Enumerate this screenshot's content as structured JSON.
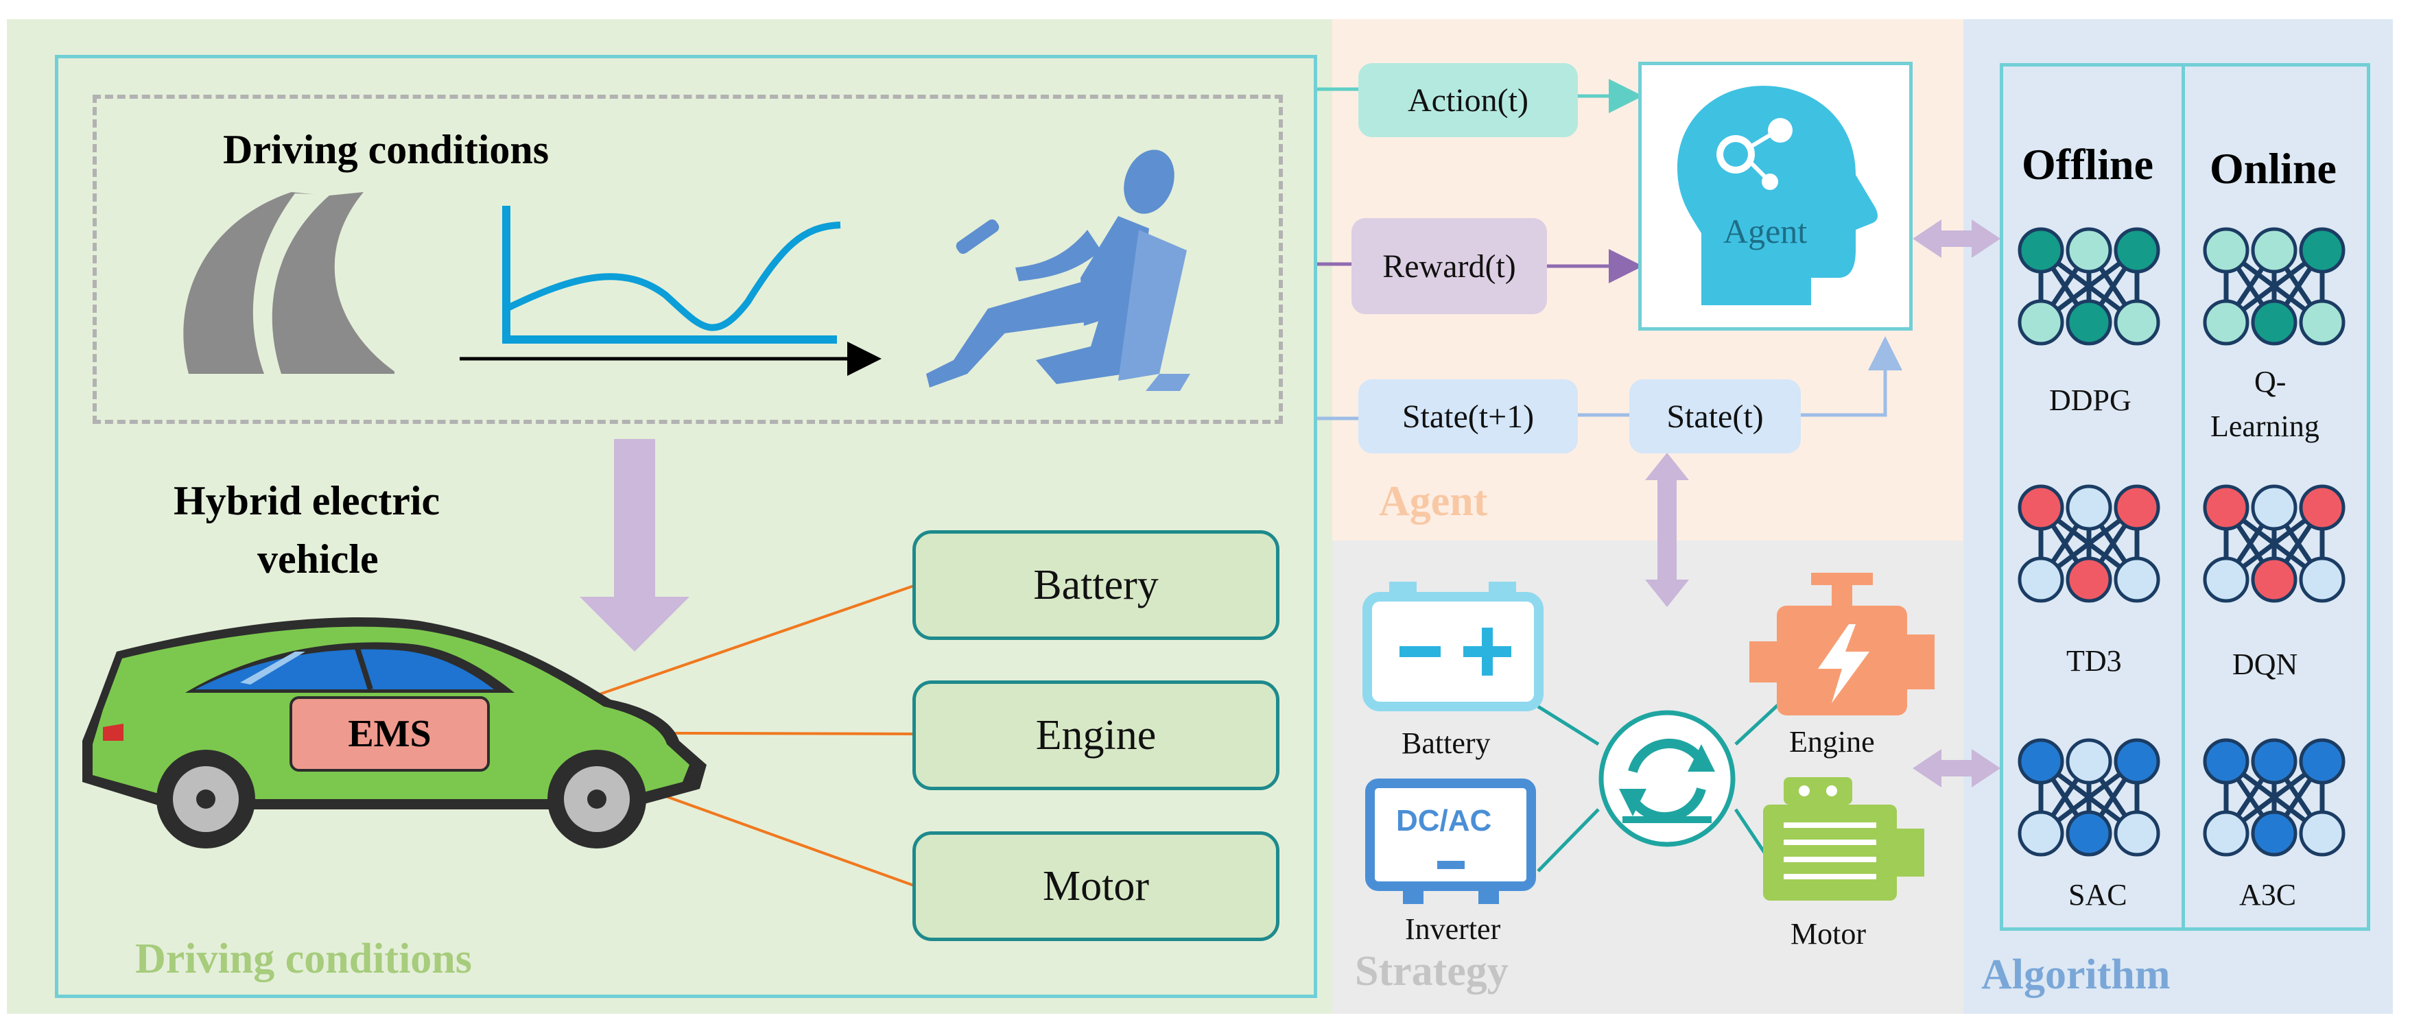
{
  "colors": {
    "bg_driving": "#e4efd9",
    "bg_agent": "#fdeee4",
    "bg_strategy": "#ebebeb",
    "bg_algorithm": "#dde8f4",
    "frame_cyan": "#71cfd6",
    "dash_gray": "#b2b2b2",
    "label_green": "#a6cc7c",
    "label_peach": "#f8c8a4",
    "label_gray": "#c4c4c4",
    "label_blue": "#7aa7d7",
    "component_fill": "#d7e8c6",
    "component_border": "#1e8a8c",
    "ems_fill": "#ef9a8e",
    "orange_line": "#f0781f",
    "action_fill": "#b4e9df",
    "reward_fill": "#dccfe3",
    "state_fill": "#d4e6f8",
    "purple_arrow": "#c9b6d9",
    "agent_cyan": "#3fc1e2",
    "node_teal": "#149b8a",
    "node_light_teal": "#a5e3d6",
    "node_red": "#f05a64",
    "node_blue": "#237ad2",
    "node_light_blue": "#cde4f7",
    "car_green": "#7cc84e"
  },
  "icons": {
    "road": "curved-road-icon",
    "speed_curve": "speed-curve-icon",
    "driver": "driver-seat-icon",
    "car": "hybrid-car-icon",
    "agent_head": "agent-head-icon",
    "battery": "battery-icon",
    "inverter": "inverter-icon",
    "engine": "engine-icon",
    "motor": "motor-icon",
    "strategy_hub": "energy-cycle-icon",
    "network": "neural-network-icon"
  },
  "driving": {
    "heading": "Driving conditions",
    "vehicle_label_line1": "Hybrid electric",
    "vehicle_label_line2": "vehicle",
    "ems_label": "EMS",
    "components": [
      "Battery",
      "Engine",
      "Motor"
    ],
    "section_label": "Driving conditions"
  },
  "agent": {
    "action_label": "Action(t)",
    "reward_label": "Reward(t)",
    "state_next_label": "State(t+1)",
    "state_label": "State(t)",
    "agent_label": "Agent",
    "section_label": "Agent"
  },
  "strategy": {
    "battery_label": "Battery",
    "inverter_text": "DC/AC",
    "inverter_label": "Inverter",
    "engine_label": "Engine",
    "motor_label": "Motor",
    "section_label": "Strategy"
  },
  "algorithm": {
    "offline_heading": "Offline",
    "online_heading": "Online",
    "offline_algorithms": [
      "DDPG",
      "TD3",
      "SAC"
    ],
    "online_algorithms_line1": [
      "Q-",
      "DQN",
      "A3C"
    ],
    "online_algorithms_line2": [
      "Learning",
      "",
      ""
    ],
    "section_label": "Algorithm"
  }
}
